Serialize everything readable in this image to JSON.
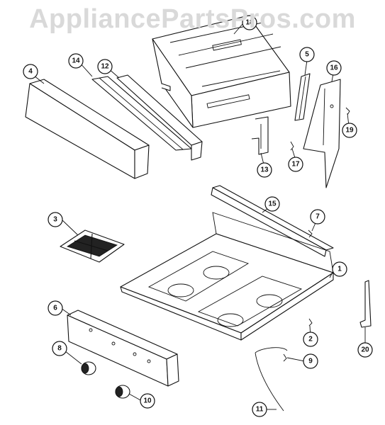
{
  "watermark": "AppliancePartsPros.com",
  "callouts": [
    {
      "id": "c1",
      "label": "1"
    },
    {
      "id": "c2",
      "label": "2"
    },
    {
      "id": "c3",
      "label": "3"
    },
    {
      "id": "c4",
      "label": "4"
    },
    {
      "id": "c5",
      "label": "5"
    },
    {
      "id": "c6",
      "label": "6"
    },
    {
      "id": "c7",
      "label": "7"
    },
    {
      "id": "c8",
      "label": "8"
    },
    {
      "id": "c9",
      "label": "9"
    },
    {
      "id": "c10",
      "label": "10"
    },
    {
      "id": "c11",
      "label": "11"
    },
    {
      "id": "c12",
      "label": "12"
    },
    {
      "id": "c13",
      "label": "13"
    },
    {
      "id": "c14",
      "label": "14"
    },
    {
      "id": "c15",
      "label": "15"
    },
    {
      "id": "c16",
      "label": "16"
    },
    {
      "id": "c17",
      "label": "17"
    },
    {
      "id": "c18",
      "label": "18"
    },
    {
      "id": "c19",
      "label": "19"
    },
    {
      "id": "c20",
      "label": "20"
    }
  ],
  "colors": {
    "line": "#111111",
    "watermark": "#d9d9d9",
    "background": "#ffffff"
  }
}
